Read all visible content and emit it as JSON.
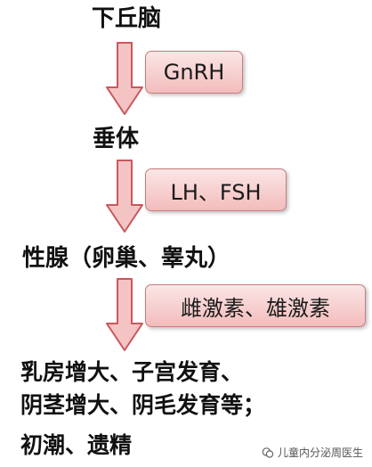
{
  "nodes": {
    "hypothalamus": "下丘脑",
    "pituitary": "垂体",
    "gonads": "性腺（卵巢、睾丸）"
  },
  "hormones": {
    "gnrh": "GnRH",
    "lh_fsh": "LH、FSH",
    "sex_hormones": "雌激素、雄激素"
  },
  "effects": {
    "line1": "乳房增大、子宫发育、",
    "line2": "阴茎增大、阴毛发育等；",
    "line3": "初潮、遗精"
  },
  "watermark": {
    "text": "儿童内分泌周医生",
    "icon": "wechat-official-account-icon"
  },
  "colors": {
    "arrow_fill": "#f4c4c4",
    "arrow_stroke": "#c9585c",
    "box_fill_top": "#fbe6e6",
    "box_fill_bottom": "#f3bcbc",
    "box_border": "#c77d7d"
  }
}
